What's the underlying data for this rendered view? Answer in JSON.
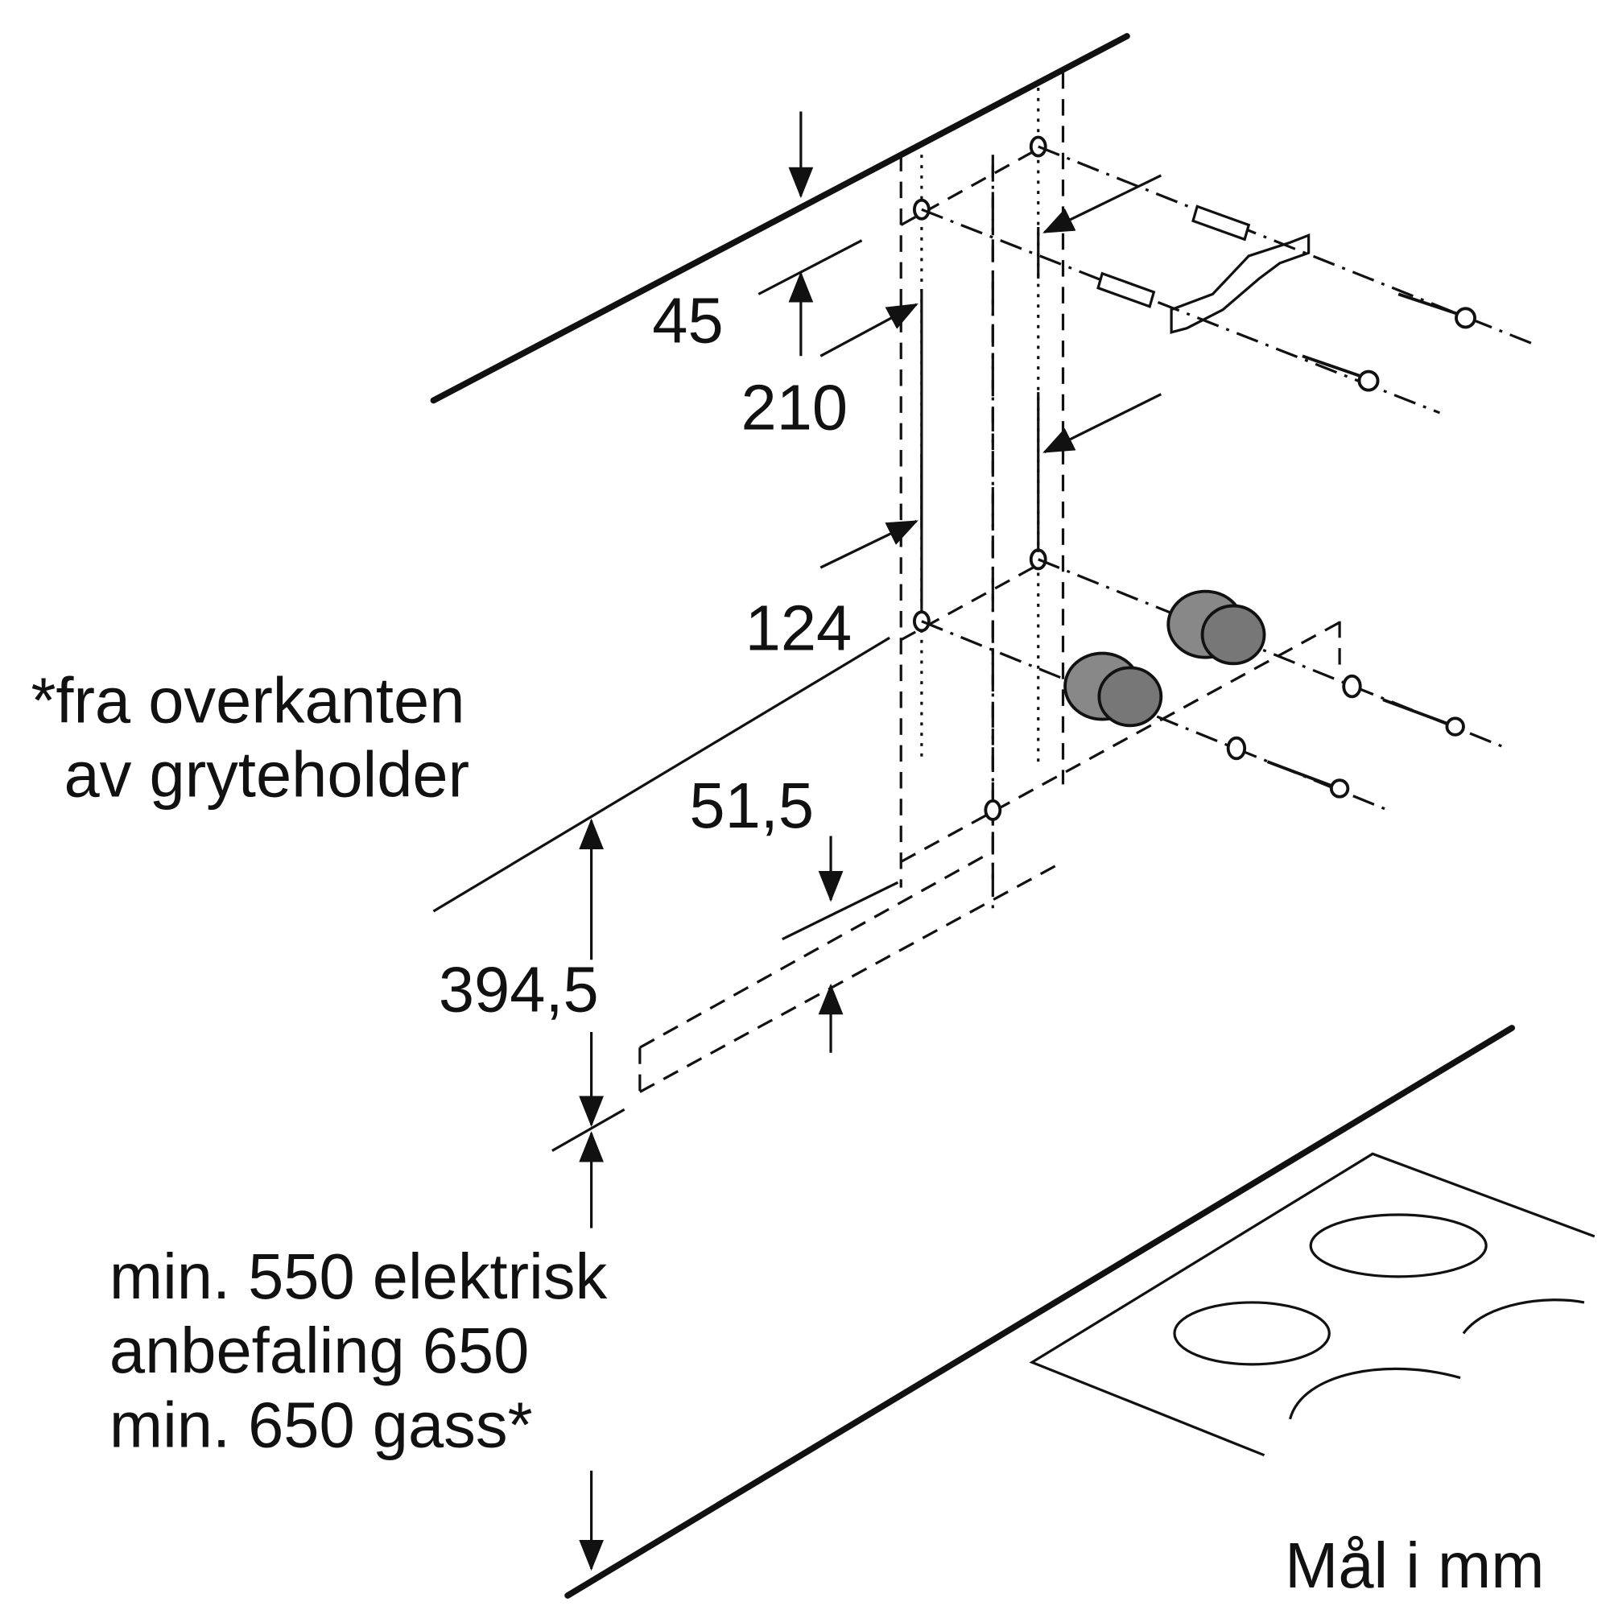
{
  "dimensions": {
    "d45": "45",
    "d210": "210",
    "d124": "124",
    "d51_5": "51,5",
    "d394_5": "394,5"
  },
  "note": {
    "line1": "*fra overkanten",
    "line2": "av gryteholder"
  },
  "clearance": {
    "line1": "min. 550 elektrisk",
    "line2": "anbefaling 650",
    "line3": "min. 650 gass*"
  },
  "units_label": "Mål i mm"
}
